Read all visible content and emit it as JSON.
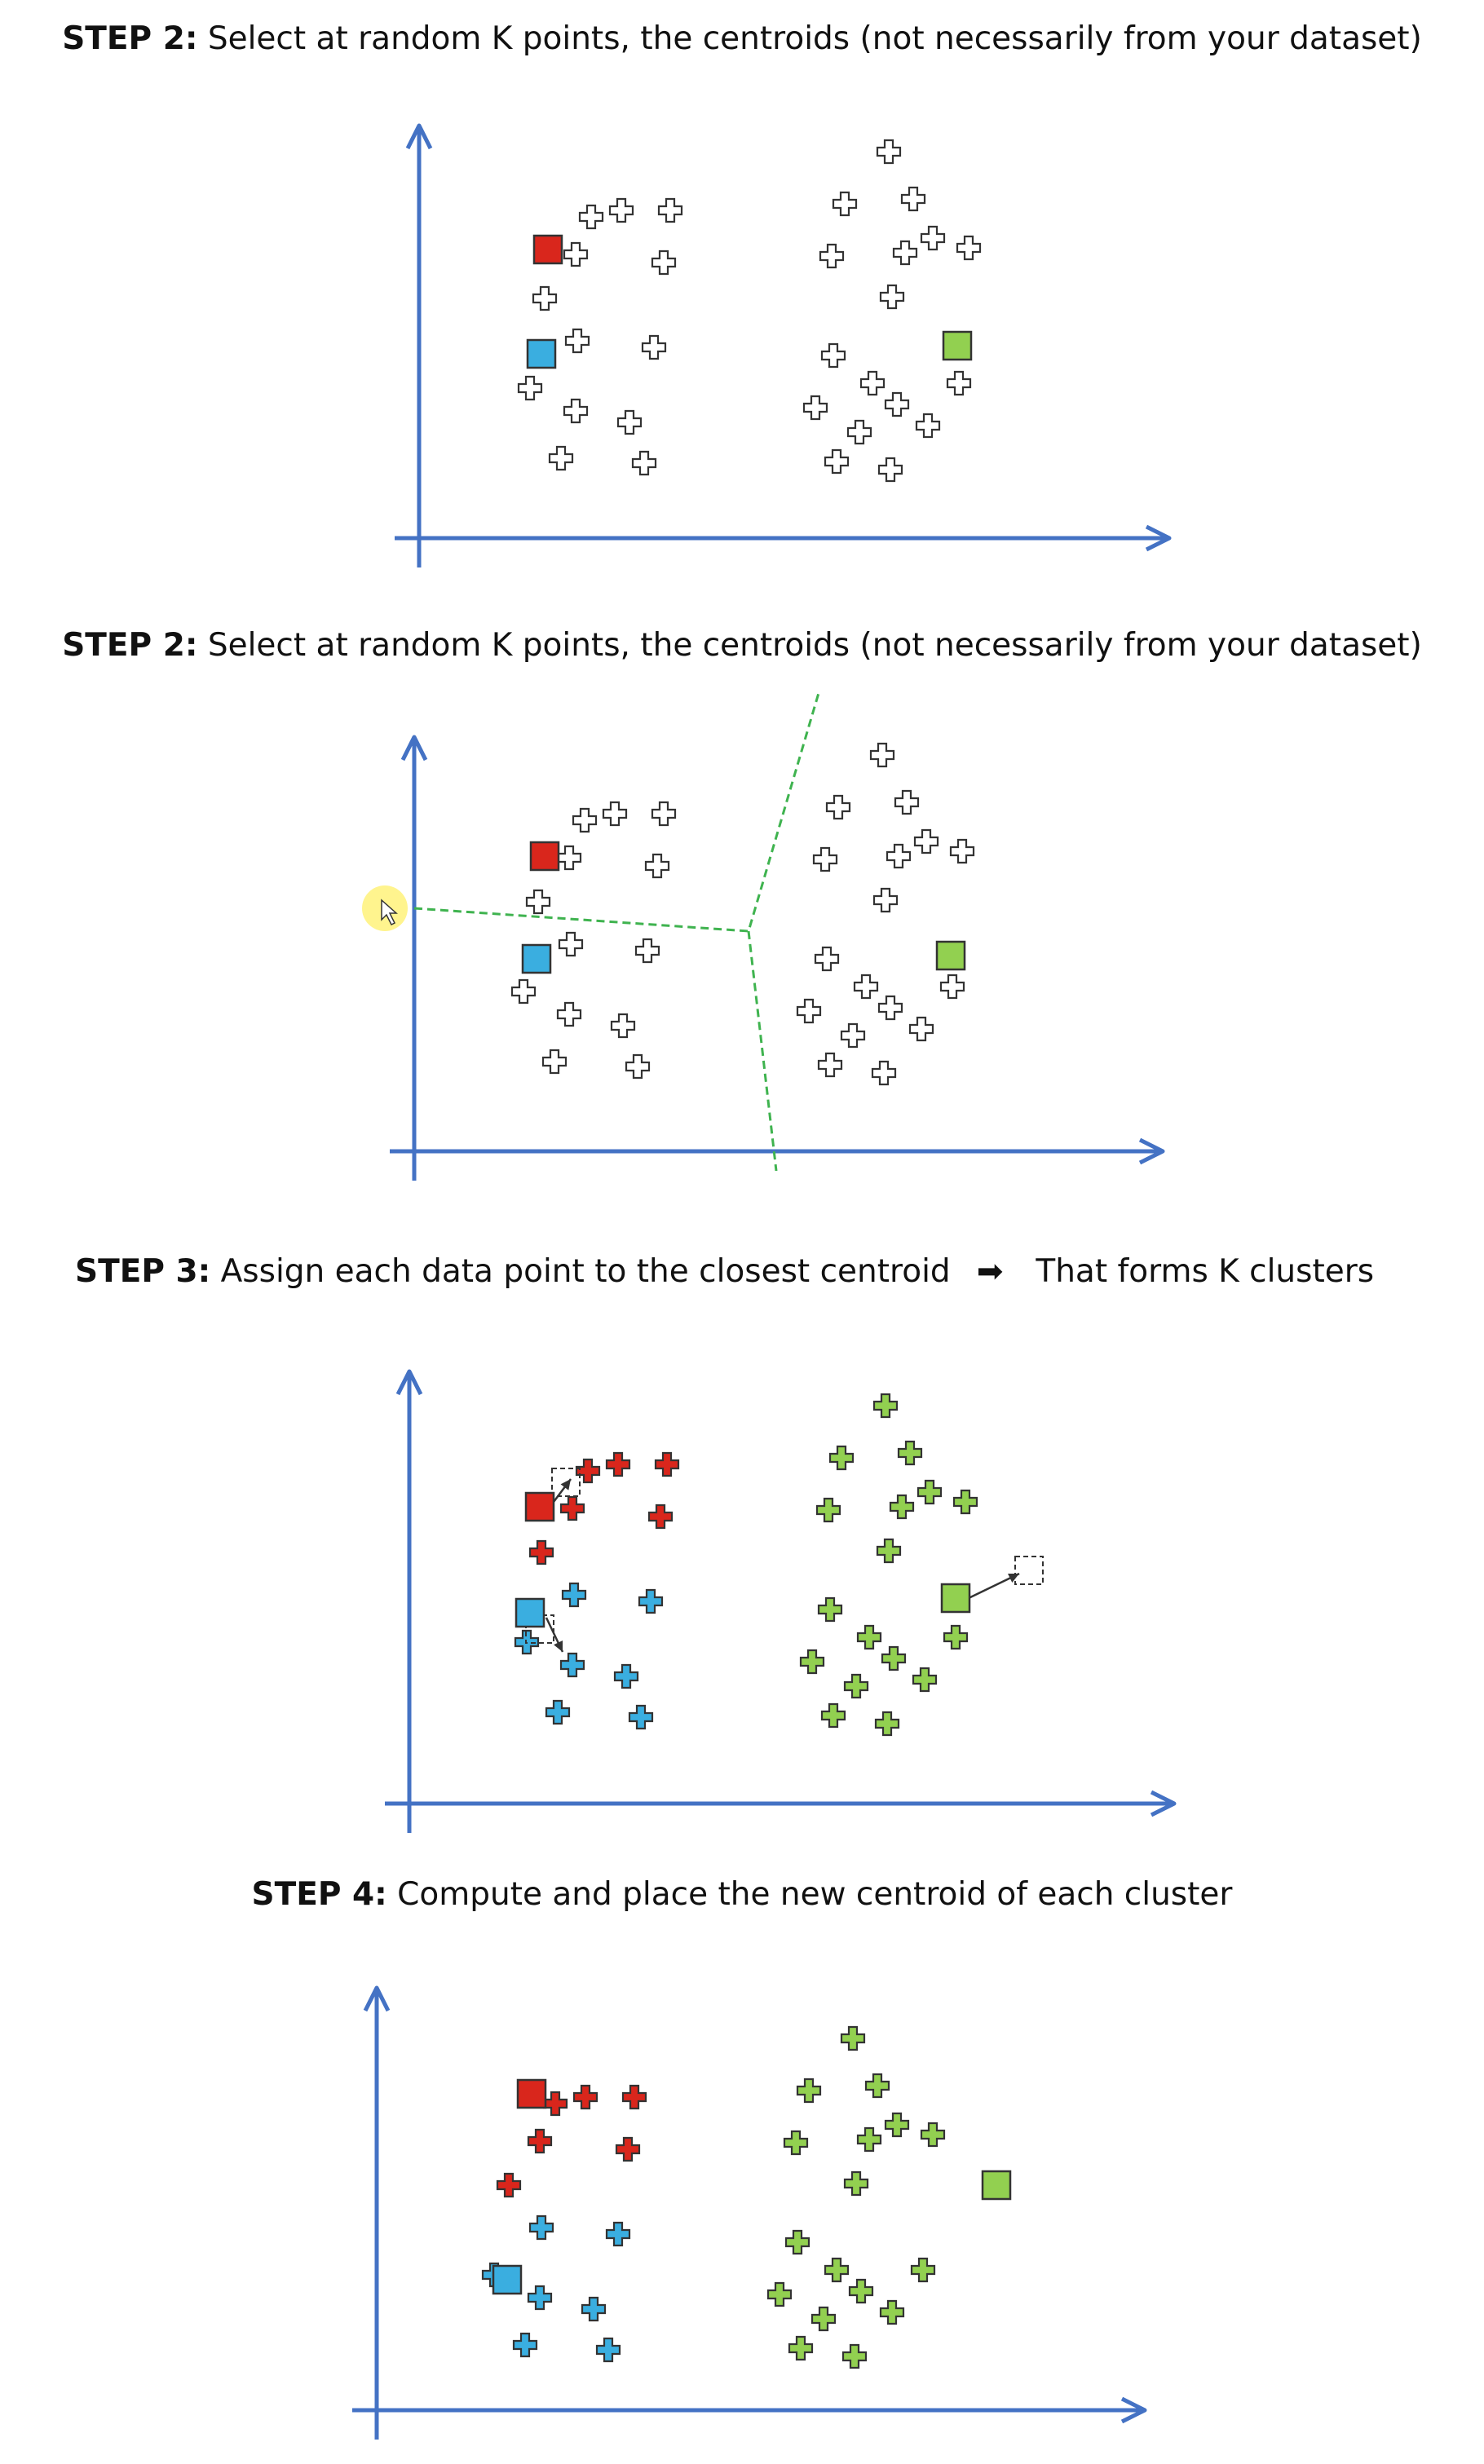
{
  "panels": [
    {
      "id": "p1",
      "title_step": "STEP 2:",
      "title_text": " Select at random K points, the centroids (not necessarily from your dataset)"
    },
    {
      "id": "p2",
      "title_step": "STEP 2:",
      "title_text": " Select at random K points, the centroids (not necessarily from your dataset)"
    },
    {
      "id": "p3",
      "title_step": "STEP 3:",
      "title_text": " Assign each data point to the closest centroid",
      "title_arrow": "➡",
      "title_suffix": "That forms K clusters"
    },
    {
      "id": "p4",
      "title_step": "STEP 4:",
      "title_text": " Compute and place the new centroid of each cluster"
    }
  ],
  "colors": {
    "axis": "#4472c4",
    "point_fill": "#ffffff",
    "point_stroke": "#333333",
    "red": "#d9261c",
    "blue": "#3aaee0",
    "green": "#92d050",
    "boundary": "#3fb34f",
    "cursor_highlight": "#fff27a"
  },
  "icons": {
    "point": "plus-cross-icon",
    "centroid": "square-icon",
    "cursor": "mouse-pointer-icon"
  }
}
